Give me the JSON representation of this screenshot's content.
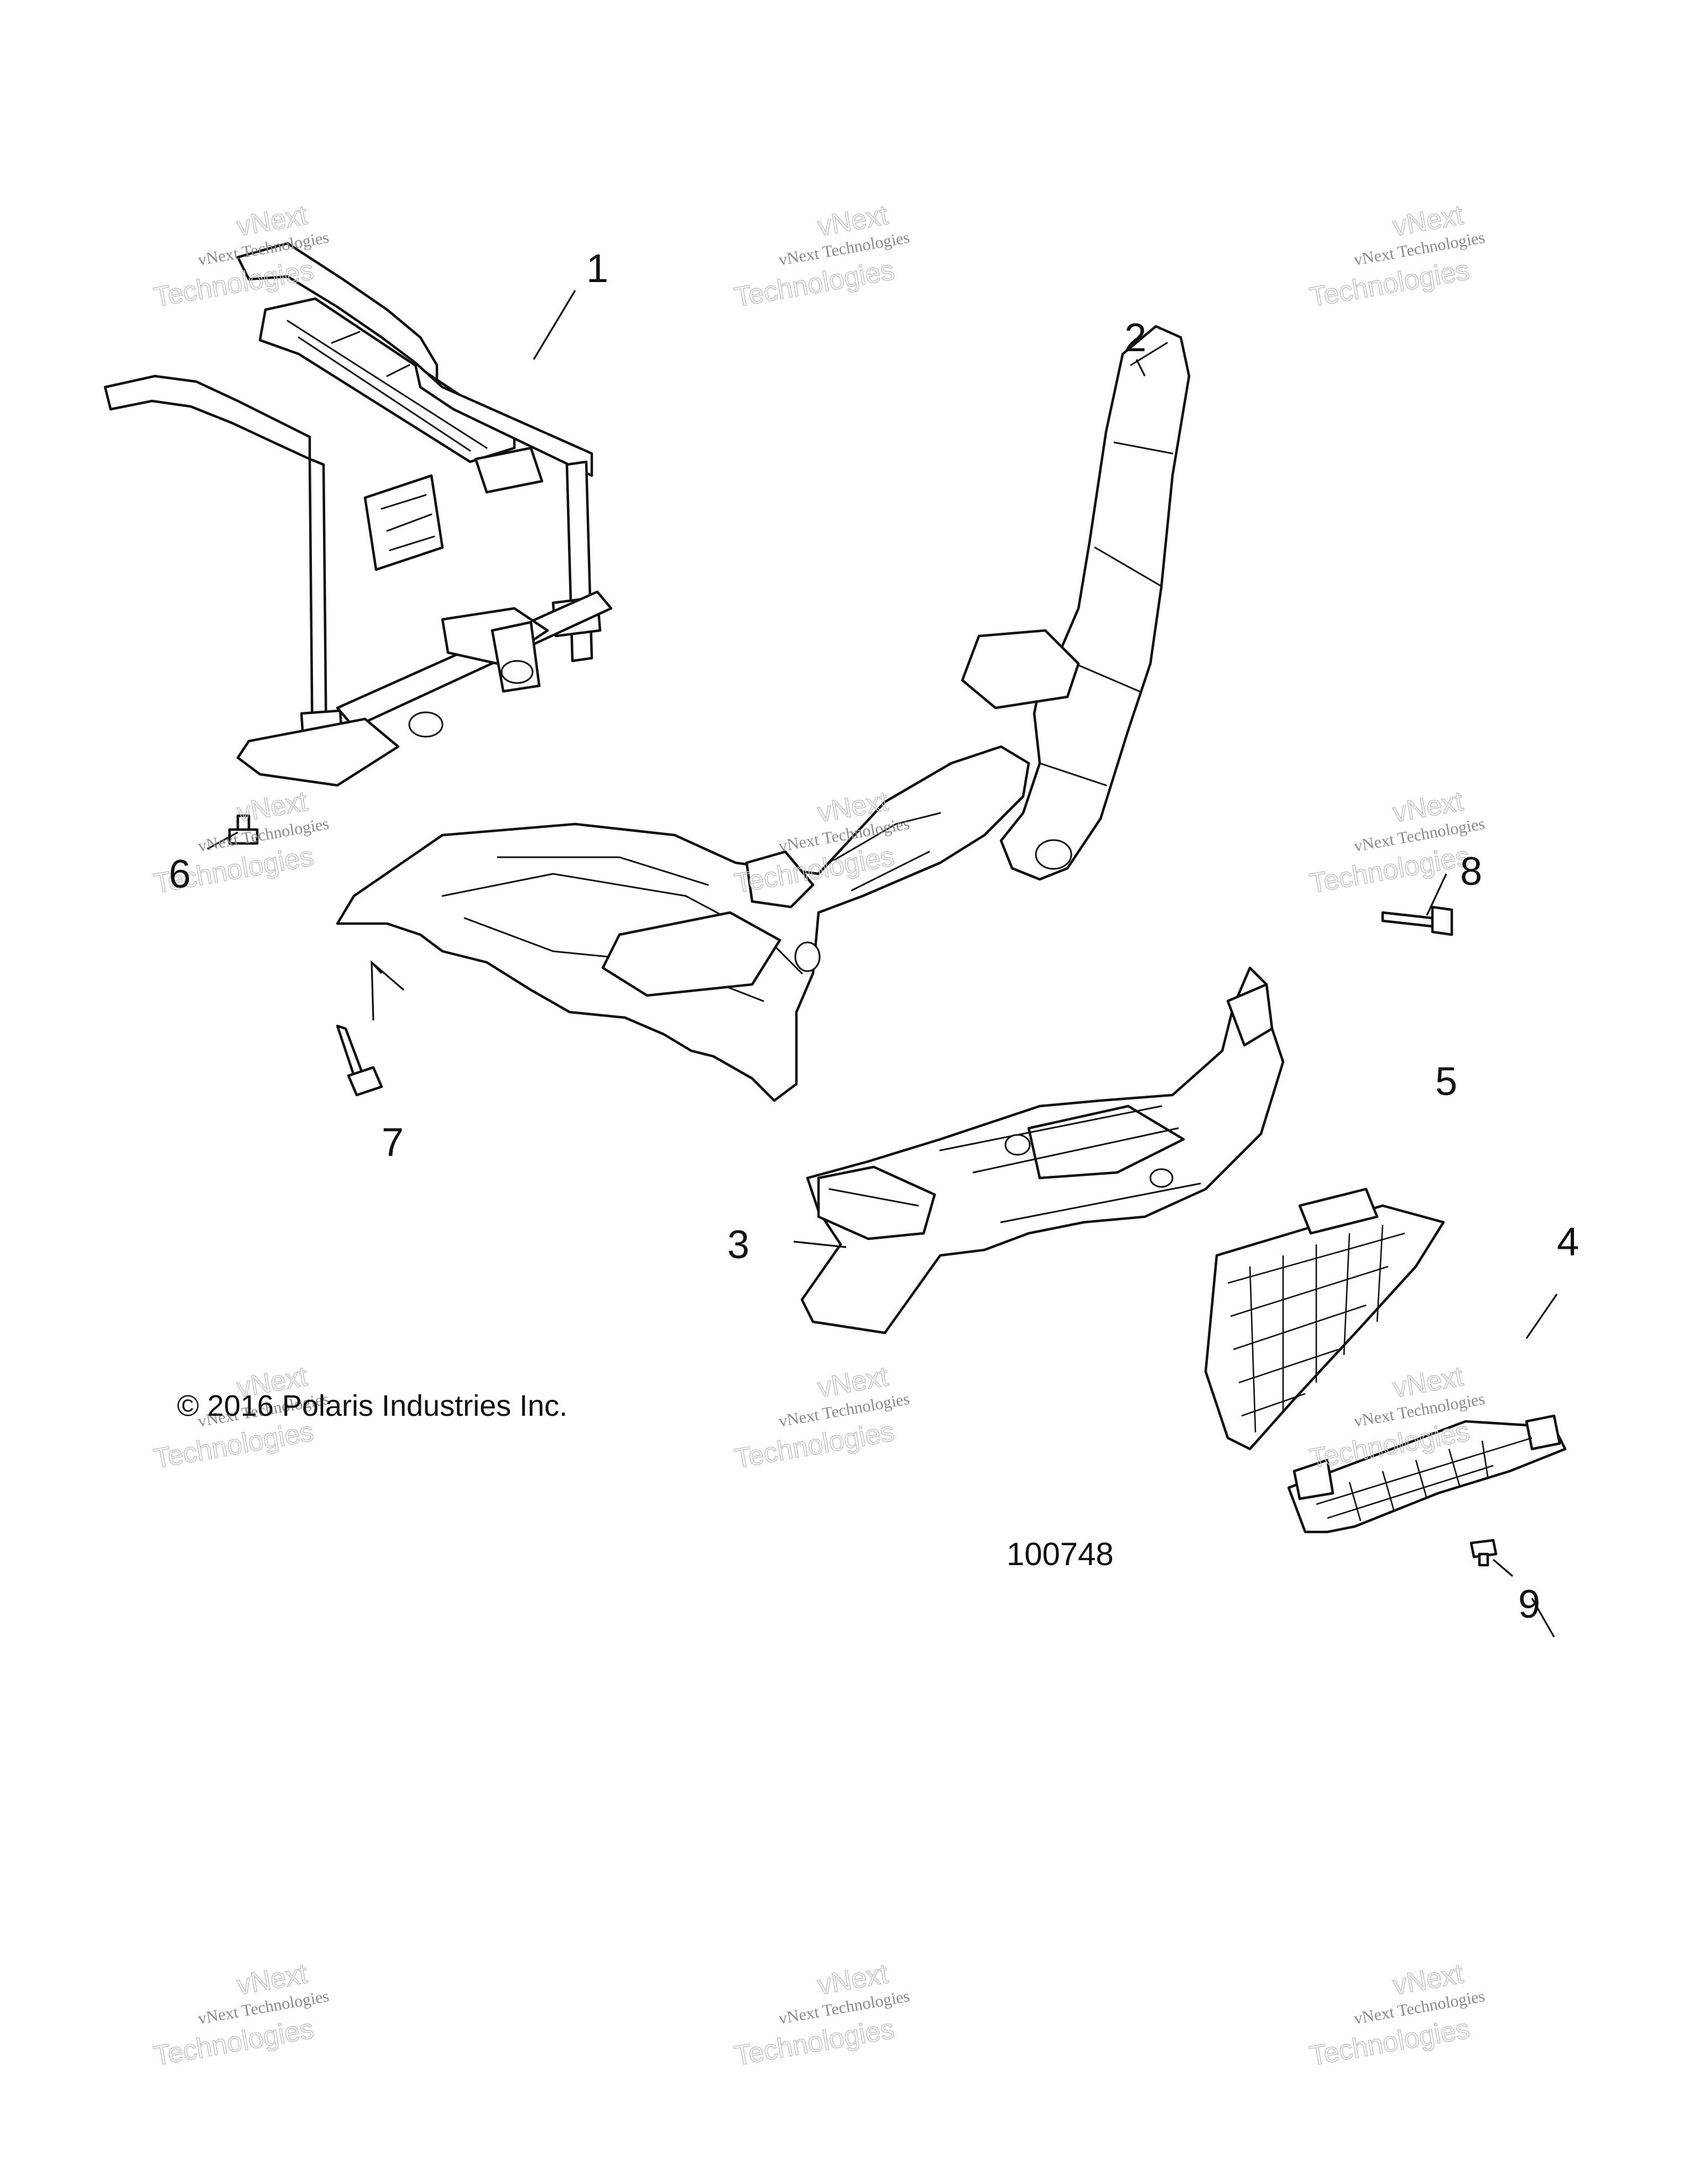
{
  "callouts": [
    "1",
    "2",
    "3",
    "4",
    "5",
    "6",
    "7",
    "8",
    "9"
  ],
  "copyright": "© 2016 Polaris Industries Inc.",
  "diagram_code": "100748",
  "watermark": {
    "line1": "vNext Technologies",
    "line2": "Technologies",
    "stamp": "vNext"
  },
  "colors": {
    "line": "#111111",
    "watermark": "#8a8a8a",
    "background": "#ffffff"
  }
}
